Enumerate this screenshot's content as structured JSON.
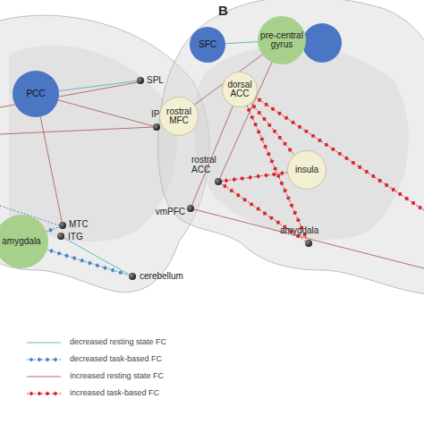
{
  "diagram": {
    "nodes": [
      {
        "text": [
          "PCC"
        ]
      },
      {
        "text": [
          "SPL"
        ]
      },
      {
        "text": [
          "IPS"
        ]
      },
      {
        "text": [
          "MTC"
        ]
      },
      {
        "text": [
          "amygdala"
        ]
      },
      {
        "text": [
          "ITG"
        ]
      },
      {
        "text": [
          "cerebellum"
        ]
      },
      {
        "text": [
          "SFC"
        ]
      },
      {
        "text": [
          "pre-central gyrus"
        ]
      },
      {
        "text": [
          "dorsal ACC"
        ]
      },
      {
        "text": [
          "rostral MFC"
        ]
      },
      {
        "text": [
          "rostral ACC"
        ]
      },
      {
        "text": [
          "vmPFC"
        ]
      },
      {
        "text": [
          "insula"
        ]
      },
      {
        "text": [
          "amygdala"
        ]
      }
    ],
    "edges": [
      {
        "from": 0,
        "to": 1,
        "arrow": "none"
      },
      {
        "from": 0,
        "to": 2,
        "arrow": "none"
      },
      {
        "from": 0,
        "to": 3,
        "arrow": "none"
      },
      {
        "from": 4,
        "to": 3,
        "arrow": "none"
      },
      {
        "from": 4,
        "to": 6,
        "arrow": "none"
      },
      {
        "from": 5,
        "to": 6,
        "arrow": "none"
      },
      {
        "from": 7,
        "to": 8,
        "arrow": "none"
      },
      {
        "from": 10,
        "to": 8,
        "arrow": "none"
      },
      {
        "from": 11,
        "to": 8,
        "arrow": "none"
      },
      {
        "from": 9,
        "to": 13,
        "arrow": "none"
      },
      {
        "from": 11,
        "to": 13,
        "arrow": "none"
      },
      {
        "from": 11,
        "to": 14,
        "arrow": "none"
      },
      {
        "from": 12,
        "to": 9,
        "arrow": "none"
      },
      {
        "from": 9,
        "to": 14,
        "arrow": "none"
      }
    ],
    "labels": [
      "B"
    ],
    "legend": [
      {
        "text": "decreased resting state FC"
      },
      {
        "text": "decreased task-based FC"
      },
      {
        "text": "increased resting state FC"
      },
      {
        "text": "increased task-based FC"
      }
    ]
  }
}
